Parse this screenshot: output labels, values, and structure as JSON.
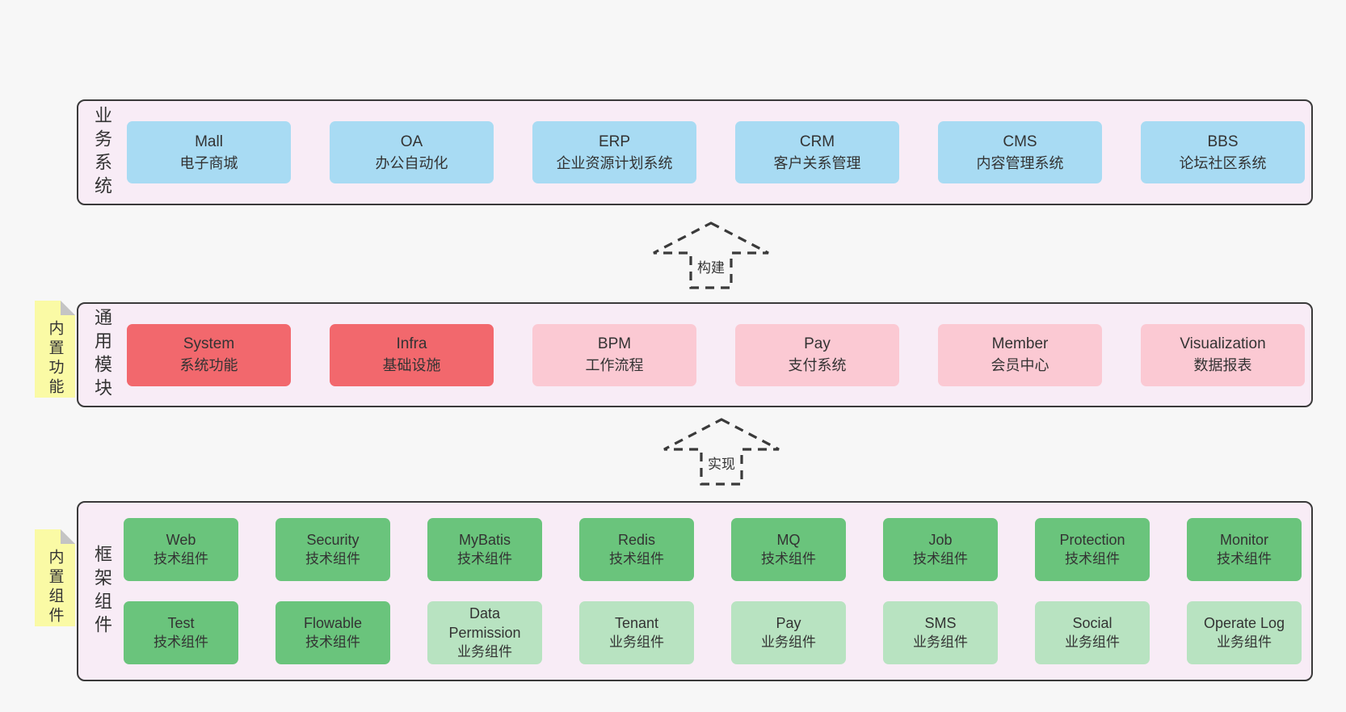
{
  "colors": {
    "page_bg": "#f7f7f7",
    "panel_bg": "#f8ecf6",
    "panel_border": "#3a3a3a",
    "blue_box": "#a8dbf3",
    "red_box": "#f2686d",
    "pink_box": "#fbc9d3",
    "green_box": "#6ac47c",
    "green_light_box": "#b8e3c1",
    "sticky_yellow": "#fafaa5",
    "text": "#333333"
  },
  "sections": {
    "business": {
      "label": "业务系统",
      "items": [
        {
          "name": "Mall",
          "desc": "电子商城"
        },
        {
          "name": "OA",
          "desc": "办公自动化"
        },
        {
          "name": "ERP",
          "desc": "企业资源计划系统"
        },
        {
          "name": "CRM",
          "desc": "客户关系管理"
        },
        {
          "name": "CMS",
          "desc": "内容管理系统"
        },
        {
          "name": "BBS",
          "desc": "论坛社区系统"
        }
      ]
    },
    "modules": {
      "label": "通用模块",
      "sticky": "内置功能",
      "items": [
        {
          "name": "System",
          "desc": "系统功能"
        },
        {
          "name": "Infra",
          "desc": "基础设施"
        },
        {
          "name": "BPM",
          "desc": "工作流程"
        },
        {
          "name": "Pay",
          "desc": "支付系统"
        },
        {
          "name": "Member",
          "desc": "会员中心"
        },
        {
          "name": "Visualization",
          "desc": "数据报表"
        }
      ]
    },
    "components": {
      "label": "框架组件",
      "sticky": "内置组件",
      "row1": [
        {
          "name": "Web",
          "desc": "技术组件"
        },
        {
          "name": "Security",
          "desc": "技术组件"
        },
        {
          "name": "MyBatis",
          "desc": "技术组件"
        },
        {
          "name": "Redis",
          "desc": "技术组件"
        },
        {
          "name": "MQ",
          "desc": "技术组件"
        },
        {
          "name": "Job",
          "desc": "技术组件"
        },
        {
          "name": "Protection",
          "desc": "技术组件"
        },
        {
          "name": "Monitor",
          "desc": "技术组件"
        }
      ],
      "row2": [
        {
          "name": "Test",
          "desc": "技术组件"
        },
        {
          "name": "Flowable",
          "desc": "技术组件"
        },
        {
          "name": "Data Permission",
          "desc": "业务组件"
        },
        {
          "name": "Tenant",
          "desc": "业务组件"
        },
        {
          "name": "Pay",
          "desc": "业务组件"
        },
        {
          "name": "SMS",
          "desc": "业务组件"
        },
        {
          "name": "Social",
          "desc": "业务组件"
        },
        {
          "name": "Operate Log",
          "desc": "业务组件"
        }
      ]
    }
  },
  "arrows": {
    "build": "构建",
    "implement": "实现"
  }
}
